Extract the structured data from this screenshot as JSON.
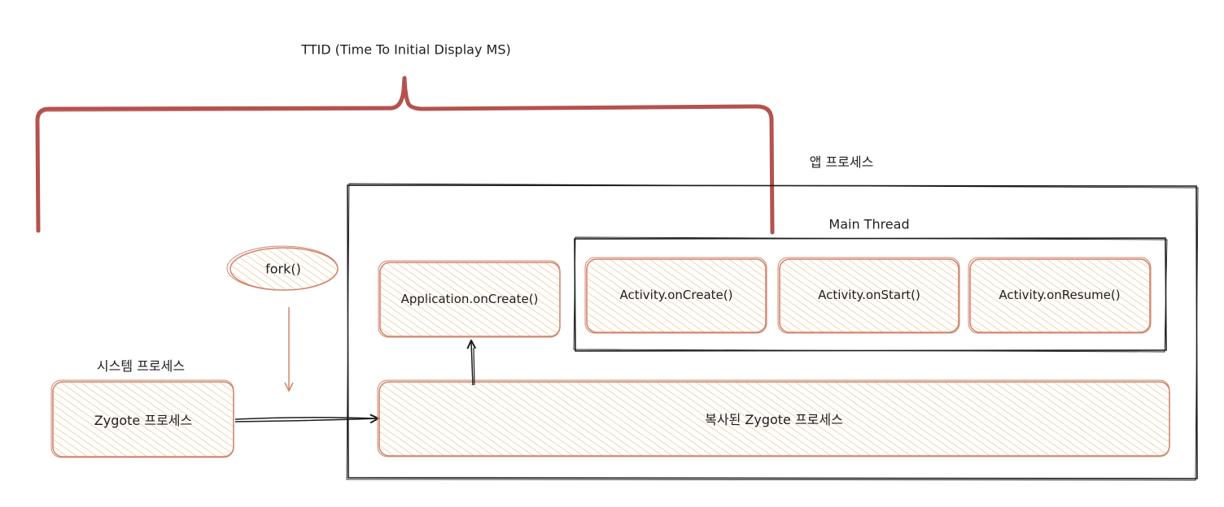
{
  "diagram": {
    "ttid_label": "TTID (Time To Initial Display MS)",
    "app_process_label": "앱 프로세스",
    "main_thread_label": "Main Thread",
    "fork_label": "fork()",
    "system_process_label": "시스템 프로세스",
    "zygote_label": "Zygote 프로세스",
    "copied_zygote_label": "복사된 Zygote 프로세스",
    "application_oncreate_label": "Application.onCreate()",
    "activity_oncreate_label": "Activity.onCreate()",
    "activity_onstart_label": "Activity.onStart()",
    "activity_onresume_label": "Activity.onResume()"
  },
  "colors": {
    "brace": "#b5524e",
    "box_stroke": "#d08770",
    "box_fill": "#f7e6c8",
    "hatch": "#e9b97e",
    "outline": "#1e1e1e"
  }
}
